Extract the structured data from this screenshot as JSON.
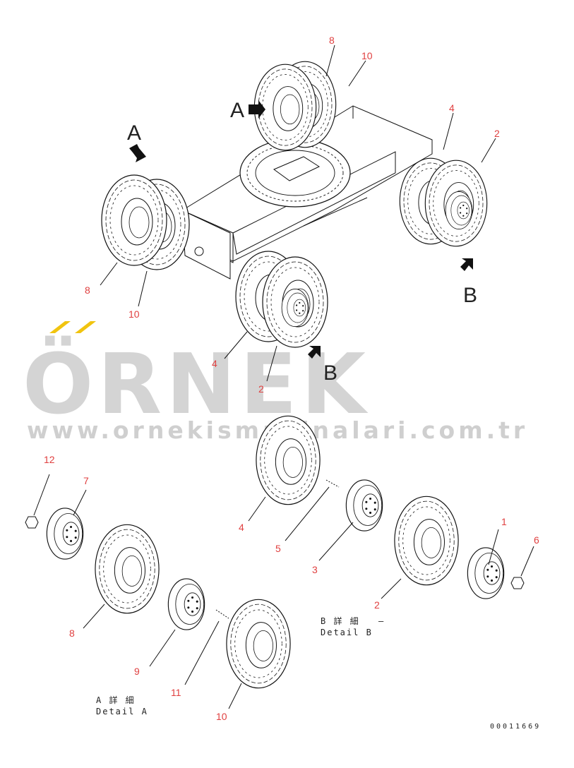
{
  "watermark": {
    "brand": "ÖRNEK",
    "url": "www.ornekismakinalari.com.tr",
    "accent_color": "#f1c40f",
    "text_color": "#d4d4d4"
  },
  "view_letters": [
    "A",
    "A",
    "B",
    "B"
  ],
  "assembly_callouts": [
    "8",
    "10",
    "4",
    "2",
    "8",
    "10",
    "4",
    "2"
  ],
  "exploded_callouts": {
    "detail_b": [
      "4",
      "5",
      "3",
      "2",
      "1",
      "6"
    ],
    "detail_a": [
      "12",
      "7",
      "8",
      "9",
      "11",
      "10"
    ]
  },
  "captions": {
    "detail_b_jp": "B 詳 細",
    "detail_b_dash": "–",
    "detail_b_en": "Detail B",
    "detail_a_jp": "A 詳 細",
    "detail_a_en": "Detail A"
  },
  "drawing_number": "00011669"
}
